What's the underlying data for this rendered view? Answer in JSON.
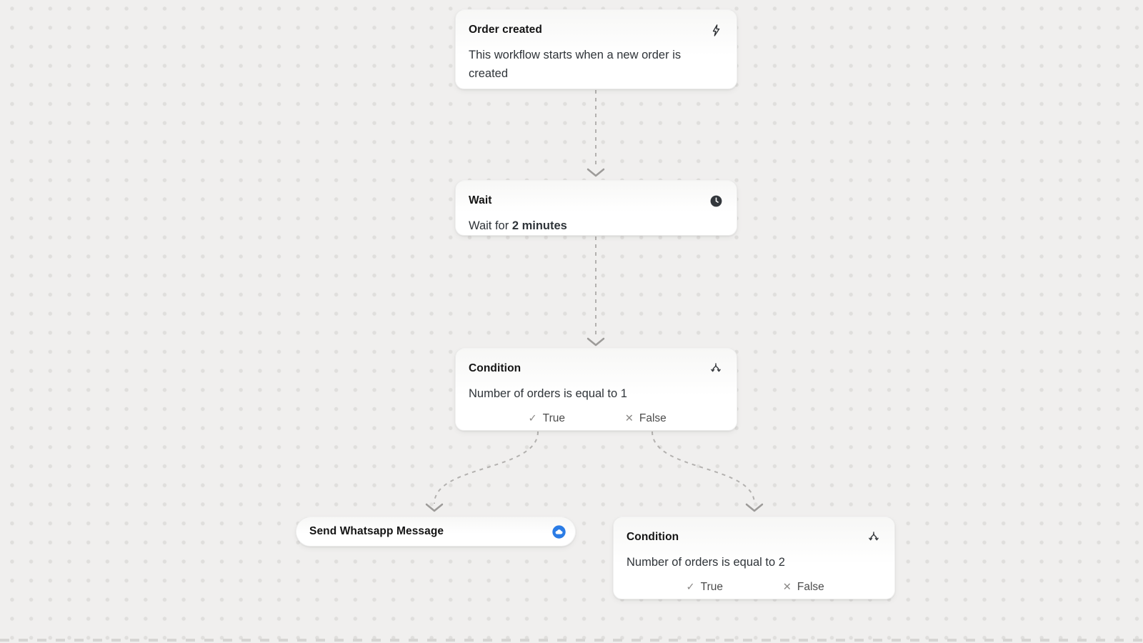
{
  "canvas": {
    "background_color": "#f0efee",
    "dot_color": "#dfdedc",
    "edge_color": "#b3b1af"
  },
  "glyphs": {
    "check": "✓",
    "x": "✕"
  },
  "nodes": {
    "order_created": {
      "title": "Order created",
      "description": "This workflow starts when a new order is created",
      "icon": "lightning-icon"
    },
    "wait": {
      "title": "Wait",
      "description_prefix": "Wait for ",
      "duration": "2 minutes",
      "icon": "clock-icon"
    },
    "condition_1": {
      "title": "Condition",
      "description": "Number of orders is equal to 1",
      "true_label": "True",
      "false_label": "False",
      "icon": "branch-icon"
    },
    "send_whatsapp": {
      "title": "Send Whatsapp Message",
      "icon": "whatsapp-app-icon",
      "icon_color": "#2b7ce5"
    },
    "condition_2": {
      "title": "Condition",
      "description": "Number of orders is equal to 2",
      "true_label": "True",
      "false_label": "False",
      "icon": "branch-icon"
    }
  }
}
